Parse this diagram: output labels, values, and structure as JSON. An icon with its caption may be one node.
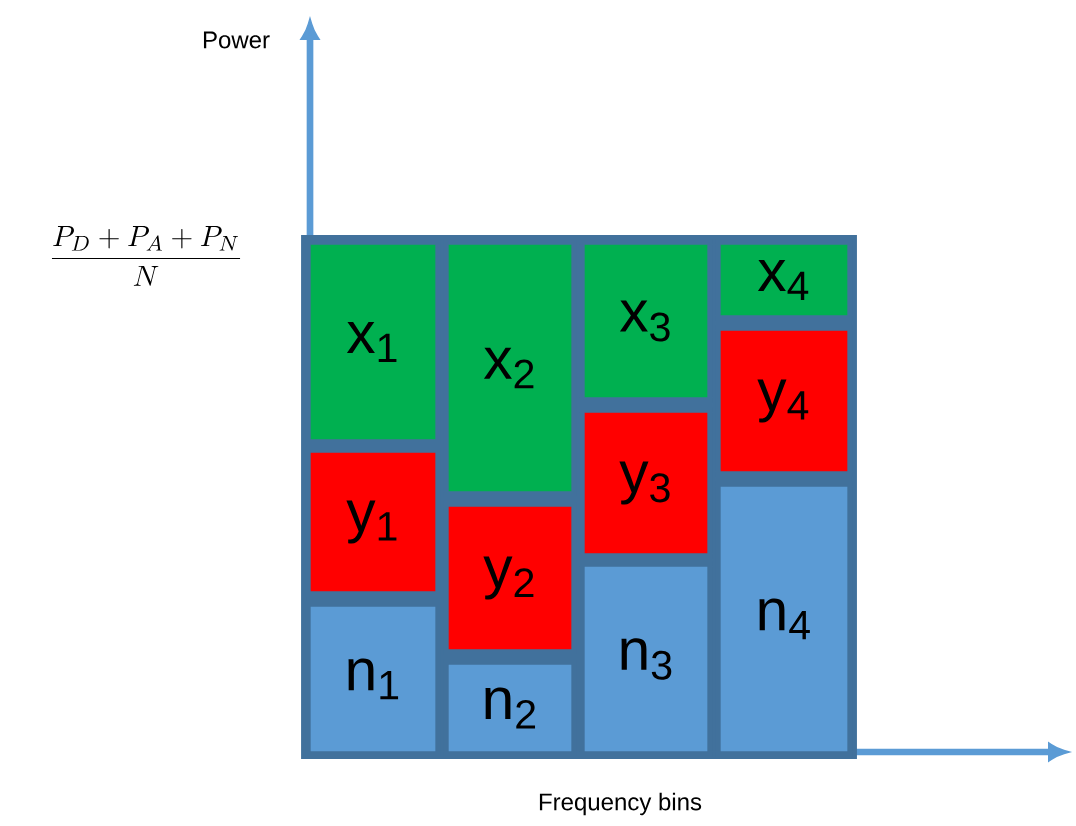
{
  "diagram": {
    "nodes": [
      {
        "text": [
          "x$_{1}$"
        ]
      },
      {
        "text": [
          "y$_{1}$"
        ]
      },
      {
        "text": [
          "n$_{1}$"
        ]
      },
      {
        "text": [
          "x$_{2}$"
        ]
      },
      {
        "text": [
          "y$_{2}$"
        ]
      },
      {
        "text": [
          "n$_{2}$"
        ]
      },
      {
        "text": [
          "x$_{3}$"
        ]
      },
      {
        "text": [
          "y$_{3}$"
        ]
      },
      {
        "text": [
          "n$_{3}$"
        ]
      },
      {
        "text": [
          "x$_{4}$"
        ]
      },
      {
        "text": [
          "y$_{4}$"
        ]
      },
      {
        "text": [
          "n$_{4}$"
        ]
      }
    ],
    "labels": [
      "Power",
      "\\frac{P_D+P_A+P_N}{N}",
      "Frequency bins"
    ]
  }
}
